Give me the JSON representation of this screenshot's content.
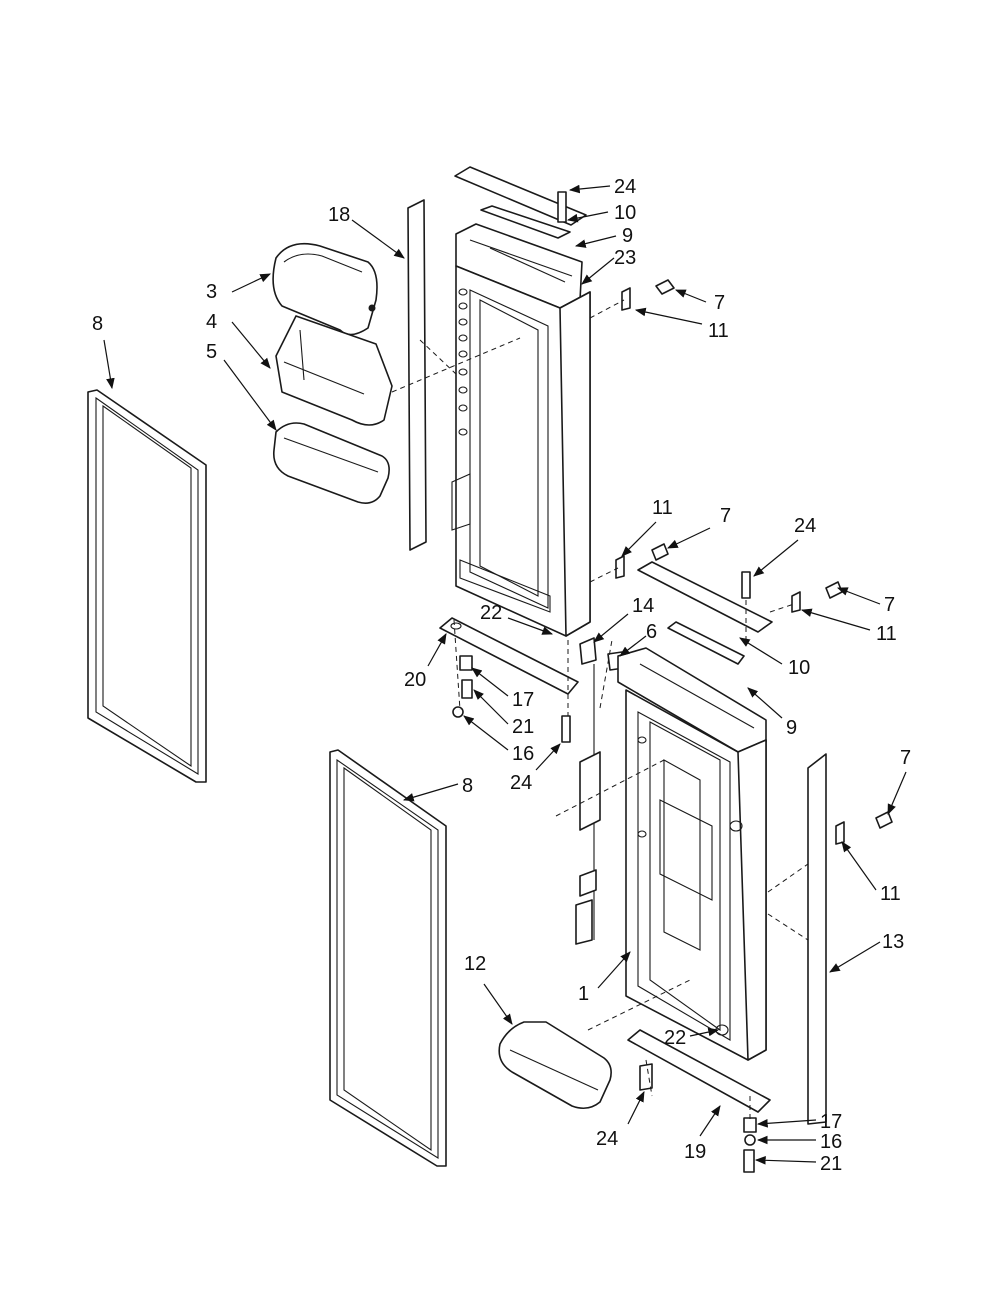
{
  "diagram": {
    "type": "exploded parts diagram",
    "callouts": [
      "24",
      "10",
      "9",
      "23",
      "18",
      "7",
      "11",
      "3",
      "4",
      "5",
      "8",
      "11",
      "7",
      "24",
      "22",
      "14",
      "6",
      "7",
      "11",
      "10",
      "20",
      "17",
      "21",
      "16",
      "24",
      "9",
      "8",
      "7",
      "11",
      "13",
      "12",
      "1",
      "22",
      "24",
      "19",
      "17",
      "16",
      "21"
    ]
  }
}
